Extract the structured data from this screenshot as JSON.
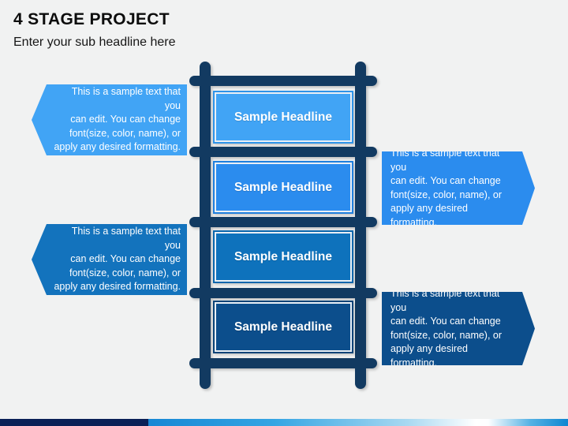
{
  "slide": {
    "title": "4 STAGE PROJECT",
    "subtitle": "Enter your sub headline here",
    "background_color": "#F1F2F2"
  },
  "ladder": {
    "color": "#123A61"
  },
  "stages": [
    {
      "headline": "Sample Headline",
      "fill": "#41A4F5",
      "edge": "#2E93E8"
    },
    {
      "headline": "Sample Headline",
      "fill": "#2B8CEE",
      "edge": "#1F7FDD"
    },
    {
      "headline": "Sample Headline",
      "fill": "#0E72BC",
      "edge": "#0A66AC"
    },
    {
      "headline": "Sample Headline",
      "fill": "#0C4E8C",
      "edge": "#0A4377"
    }
  ],
  "callouts": [
    {
      "side": "left",
      "fill": "#41A4F5",
      "lines": [
        "This is a sample text that you",
        "can edit. You can change",
        "font(size, color, name), or",
        "apply any desired formatting."
      ]
    },
    {
      "side": "right",
      "fill": "#2B8CEE",
      "lines": [
        "This is a sample text that you",
        "can edit. You can change",
        "font(size, color, name), or",
        "apply any desired formatting."
      ]
    },
    {
      "side": "left",
      "fill": "#1373BD",
      "lines": [
        "This is a sample text that you",
        "can edit. You can change",
        "font(size, color, name), or",
        "apply any desired formatting."
      ]
    },
    {
      "side": "right",
      "fill": "#0C4E8C",
      "lines": [
        "This is a sample text that you",
        "can edit. You can change",
        "font(size, color, name), or",
        "apply any desired formatting."
      ]
    }
  ],
  "footer": {
    "navy": "#0A2056",
    "blue": "#0E86D1"
  }
}
